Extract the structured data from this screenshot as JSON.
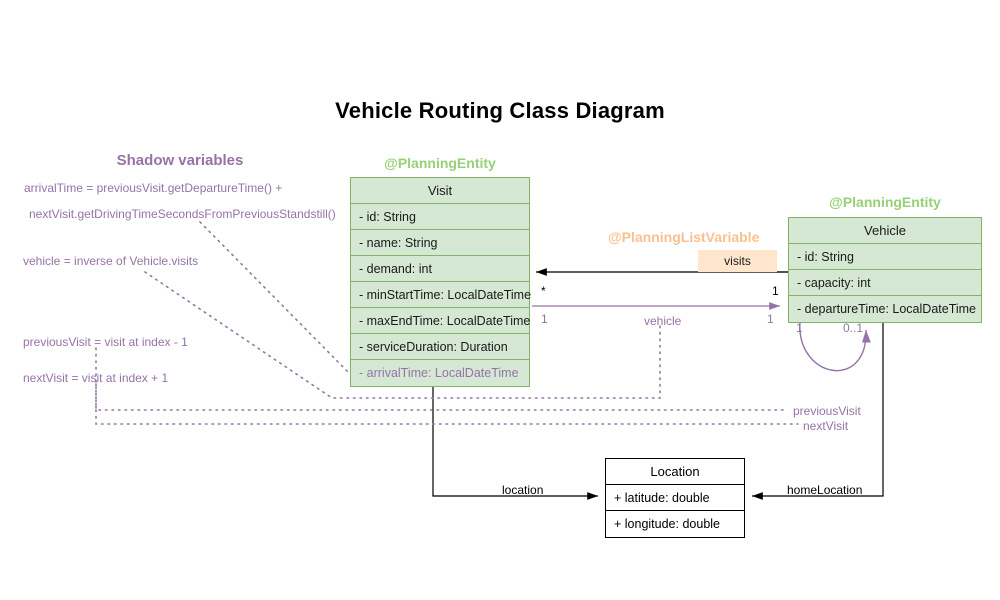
{
  "title": "Vehicle Routing Class Diagram",
  "colors": {
    "class_fill": "#d5e8d4",
    "class_border": "#82b366",
    "stereotype_green": "#97d077",
    "stereotype_orange": "#fac090",
    "shadow_purple": "#9673a6",
    "list_variable_badge": "#ffe6cc",
    "plain_border": "#000000",
    "plain_fill": "#ffffff"
  },
  "shadow_panel": {
    "heading": "Shadow variables",
    "notes": [
      "arrivalTime = previousVisit.getDepartureTime() +",
      "nextVisit.getDrivingTimeSecondsFromPreviousStandstill()",
      "vehicle = inverse of Vehicle.visits",
      "previousVisit = visit at index - 1",
      "nextVisit = visit at index + 1"
    ]
  },
  "classes": {
    "visit": {
      "stereotype": "@PlanningEntity",
      "name": "Visit",
      "attributes": [
        {
          "text": "- id: String",
          "shadow": false
        },
        {
          "text": "- name: String",
          "shadow": false
        },
        {
          "text": "- demand: int",
          "shadow": false
        },
        {
          "text": "- minStartTime: LocalDateTime",
          "shadow": false
        },
        {
          "text": "- maxEndTime: LocalDateTime",
          "shadow": false
        },
        {
          "text": "- serviceDuration: Duration",
          "shadow": false
        },
        {
          "text": "- arrivalTime: LocalDateTime",
          "shadow": true
        }
      ]
    },
    "vehicle": {
      "stereotype": "@PlanningEntity",
      "name": "Vehicle",
      "attributes": [
        {
          "text": "- id: String",
          "shadow": false
        },
        {
          "text": "- capacity: int",
          "shadow": false
        },
        {
          "text": "- departureTime: LocalDateTime",
          "shadow": false
        }
      ]
    },
    "location": {
      "name": "Location",
      "attributes": [
        {
          "text": "+ latitude: double",
          "shadow": false
        },
        {
          "text": "+ longitude: double",
          "shadow": false
        }
      ]
    }
  },
  "annotations": {
    "planning_list_variable": "@PlanningListVariable"
  },
  "edges": {
    "visits": {
      "label": "visits",
      "source_multiplicity": "1",
      "target_multiplicity": "*"
    },
    "vehicle": {
      "label": "vehicle",
      "source_multiplicity": "1",
      "target_multiplicity": "1"
    },
    "self_loop": {
      "source_multiplicity": "1",
      "target_multiplicity": "0..1"
    },
    "previous_visit": {
      "label": "previousVisit"
    },
    "next_visit": {
      "label": "nextVisit"
    },
    "location": {
      "label": "location"
    },
    "home_location": {
      "label": "homeLocation"
    }
  }
}
